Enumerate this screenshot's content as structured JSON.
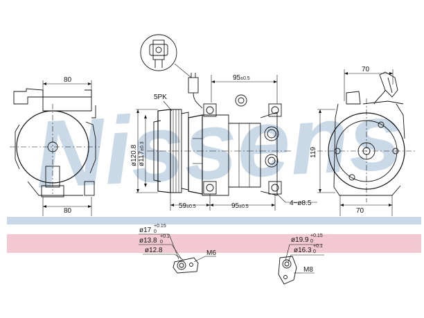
{
  "watermark": {
    "text": "Nissens",
    "color": "#b8cde0"
  },
  "bands": {
    "blue": "#c9d7e6",
    "pink": "#f2c9d3"
  },
  "front_view": {
    "dim_top": "80",
    "dim_bottom": "80"
  },
  "side_view": {
    "dim_top": "95",
    "dim_top_tol": "±0.5",
    "belt": "5PK",
    "dia_outer": "ø120.8",
    "dia_inner": "ø117",
    "dia_inner_tol": "±0.3",
    "dim_left": "59",
    "dim_left_tol": "±0.5",
    "dim_mid": "95",
    "dim_mid_tol": "±0.5",
    "holes": "4−ø8.5"
  },
  "rear_view": {
    "dim_top": "70",
    "dim_height": "119",
    "dim_bottom": "70"
  },
  "port_left": {
    "d1": "ø17",
    "d1_tol_up": "+0.15",
    "d1_tol_low": "0",
    "d2": "ø13.8",
    "d2_tol_up": "+0.1",
    "d2_tol_low": "0",
    "d3": "ø12.8",
    "thread": "M6"
  },
  "port_right": {
    "d1": "ø19.9",
    "d1_tol_up": "+0.15",
    "d1_tol_low": "0",
    "d2": "ø16.3",
    "d2_tol_up": "+0.1",
    "d2_tol_low": "0",
    "thread": "M8"
  }
}
